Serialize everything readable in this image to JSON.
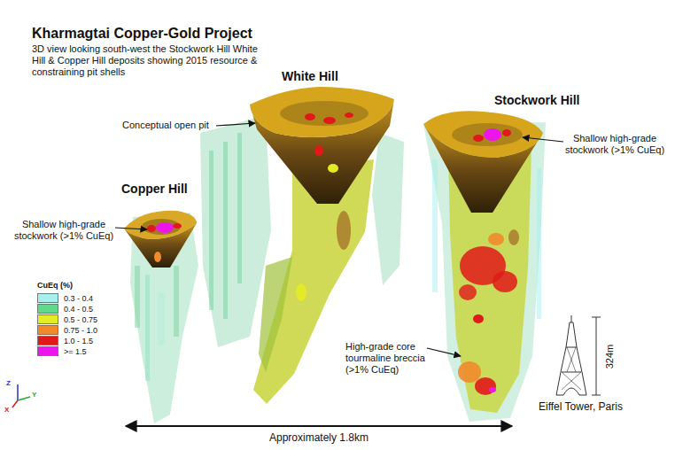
{
  "diagram": {
    "title": "Kharmagtai Copper-Gold Project",
    "caption": "3D view looking south-west the Stockwork Hill White Hill & Copper Hill deposits showing 2015 resource & constraining pit shells",
    "labels": [
      "White Hill",
      "Stockwork Hill",
      "Conceptual open pit",
      "Copper Hill",
      "Shallow high-grade stockwork (>1% CuEq)",
      "Shallow high-grade stockwork (>1% CuEq)",
      "CuEq (%)",
      "High-grade core tourmaline breccia (>1% CuEq)",
      "324m",
      "Eiffel Tower, Paris",
      "Z",
      "Y",
      "X",
      "Approximately 1.8km"
    ],
    "legend": [
      {
        "text": "0.3 - 0.4",
        "color": "#a6f0ee"
      },
      {
        "text": "0.4 - 0.5",
        "color": "#5fd98a"
      },
      {
        "text": "0.5 - 0.75",
        "color": "#e4ec24"
      },
      {
        "text": "0.75 - 1.0",
        "color": "#f08a2c"
      },
      {
        "text": "1.0 - 1.5",
        "color": "#e01a1a"
      },
      {
        "text": ">= 1.5",
        "color": "#ec16ec"
      }
    ]
  }
}
